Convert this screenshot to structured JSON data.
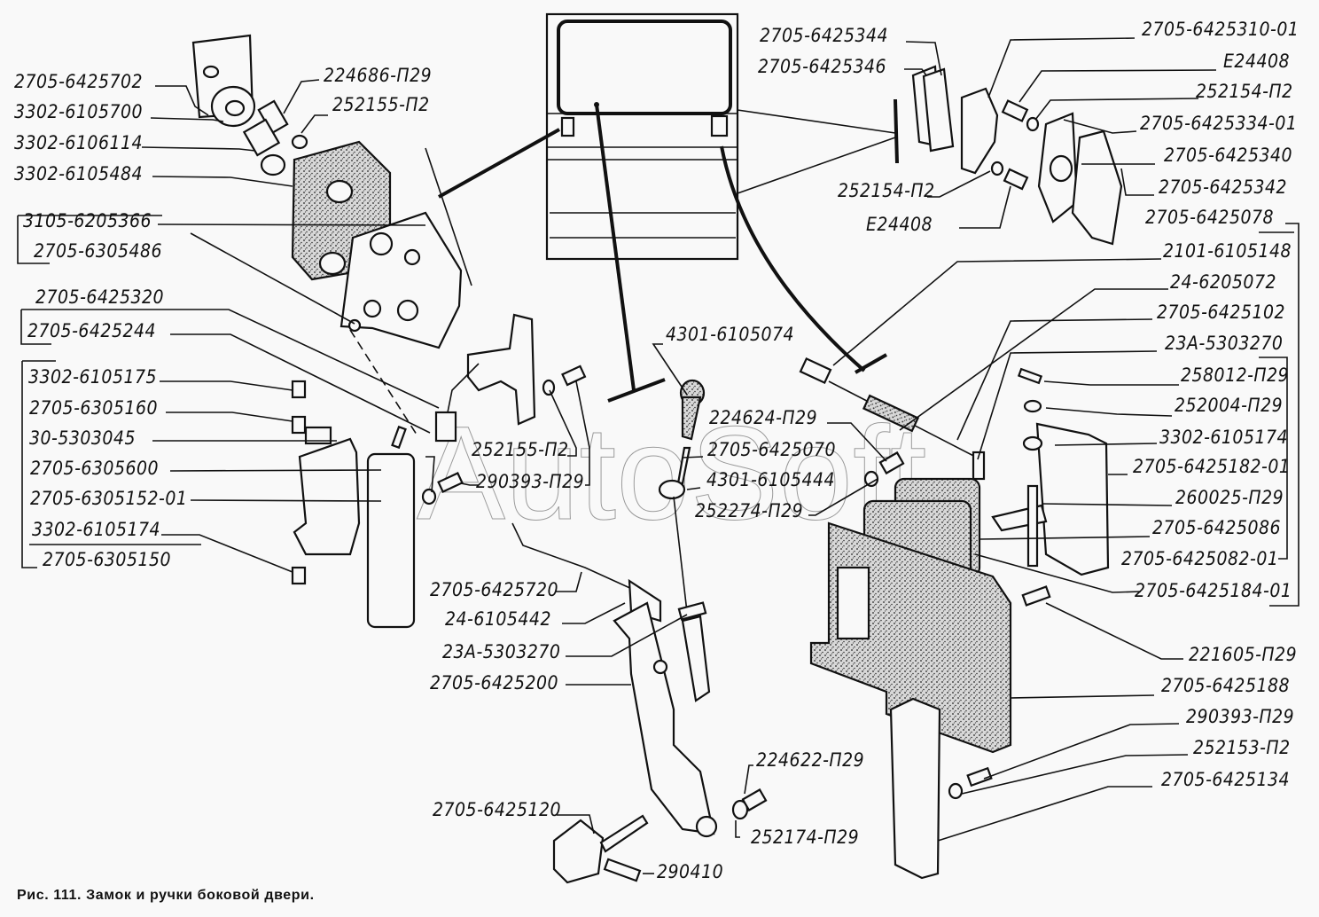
{
  "caption": "Рис. 111. Замок и ручки боковой двери.",
  "watermark": "AutoSoft",
  "labels": {
    "l_2705_6425702": "2705-6425702",
    "l_3302_6105700": "3302-6105700",
    "l_3302_6106114": "3302-6106114",
    "l_3302_6105484": "3302-6105484",
    "l_3105_6205366": "3105-6205366",
    "l_2705_6305486": "2705-6305486",
    "l_224686_p29": "224686-П29",
    "l_252155_p2_top": "252155-П2",
    "l_2705_6425320": "2705-6425320",
    "l_2705_6425244": "2705-6425244",
    "l_3302_6105175": "3302-6105175",
    "l_2705_6305160": "2705-6305160",
    "l_30_5303045": "30-5303045",
    "l_2705_6305600": "2705-6305600",
    "l_2705_6305152_01": "2705-6305152-01",
    "l_3302_6105174_left": "3302-6105174",
    "l_2705_6305150": "2705-6305150",
    "l_252155_p2_mid": "252155-П2",
    "l_290393_p29_mid": "290393-П29",
    "l_4301_6105074": "4301-6105074",
    "l_224624_p29": "224624-П29",
    "l_2705_6425070": "2705-6425070",
    "l_4301_6105444": "4301-6105444",
    "l_252274_p29": "252274-П29",
    "l_2705_6425720": "2705-6425720",
    "l_24_6105442": "24-6105442",
    "l_23a_5303270_mid": "23А-5303270",
    "l_2705_6425200": "2705-6425200",
    "l_224622_p29": "224622-П29",
    "l_2705_6425120": "2705-6425120",
    "l_252174_p29": "252174-П29",
    "l_290410": "290410",
    "l_2705_6425344": "2705-6425344",
    "l_2705_6425346": "2705-6425346",
    "l_2705_6425310_01": "2705-6425310-01",
    "l_e24408_top": "E24408",
    "l_252154_p2_top": "252154-П2",
    "l_2705_6425334_01": "2705-6425334-01",
    "l_2705_6425340": "2705-6425340",
    "l_2705_6425342": "2705-6425342",
    "l_252154_p2_bot": "252154-П2",
    "l_e24408_bot": "E24408",
    "l_2705_6425078": "2705-6425078",
    "l_2101_6105148": "2101-6105148",
    "l_24_6205072": "24-6205072",
    "l_2705_6425102": "2705-6425102",
    "l_23a_5303270_right": "23А-5303270",
    "l_258012_p29": "258012-П29",
    "l_252004_p29": "252004-П29",
    "l_3302_6105174_right": "3302-6105174",
    "l_2705_6425182_01": "2705-6425182-01",
    "l_260025_p29": "260025-П29",
    "l_2705_6425086": "2705-6425086",
    "l_2705_6425082_01": "2705-6425082-01",
    "l_2705_6425184_01": "2705-6425184-01",
    "l_221605_p29": "221605-П29",
    "l_2705_6425188": "2705-6425188",
    "l_290393_p29_right": "290393-П29",
    "l_252153_p2": "252153-П2",
    "l_2705_6425134": "2705-6425134"
  }
}
